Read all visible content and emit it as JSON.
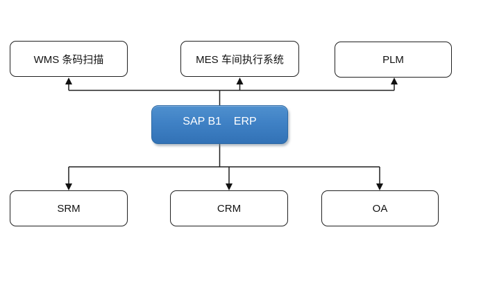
{
  "diagram": {
    "center_node": {
      "id": "sap-b1-erp",
      "label": "SAP B1    ERP"
    },
    "top_row": [
      {
        "id": "wms",
        "label": "WMS 条码扫描"
      },
      {
        "id": "mes",
        "label": "MES 车间执行系统"
      },
      {
        "id": "plm",
        "label": "PLM"
      }
    ],
    "bottom_row": [
      {
        "id": "srm",
        "label": "SRM"
      },
      {
        "id": "crm",
        "label": "CRM"
      },
      {
        "id": "oa",
        "label": "OA"
      }
    ],
    "edges": [
      {
        "from": "SAP B1 ERP",
        "to": "WMS 条码扫描",
        "direction": "up"
      },
      {
        "from": "SAP B1 ERP",
        "to": "MES 车间执行系统",
        "direction": "up"
      },
      {
        "from": "SAP B1 ERP",
        "to": "PLM",
        "direction": "up"
      },
      {
        "from": "SAP B1 ERP",
        "to": "SRM",
        "direction": "down"
      },
      {
        "from": "SAP B1 ERP",
        "to": "CRM",
        "direction": "down"
      },
      {
        "from": "SAP B1 ERP",
        "to": "OA",
        "direction": "down"
      }
    ],
    "colors": {
      "background": "#ffffff",
      "node_fill": "#ffffff",
      "node_border": "#1f1f1f",
      "node_text": "#111111",
      "center_fill_top": "#4f90ce",
      "center_fill_bottom": "#3272b6",
      "center_border": "#2b68a4",
      "center_text": "#ffffff",
      "connector": "#1f1f1f"
    }
  }
}
